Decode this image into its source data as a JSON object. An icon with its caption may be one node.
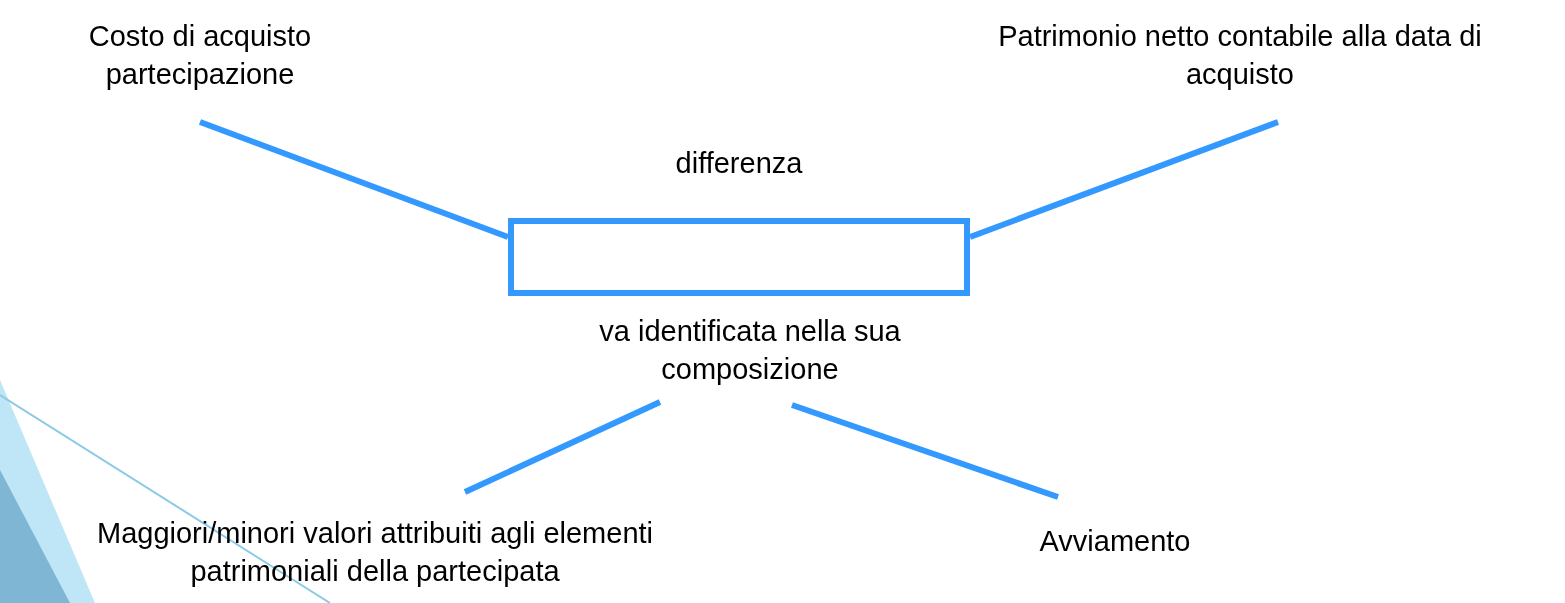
{
  "diagram": {
    "nodes": [
      {
        "text": [
          "Costo di acquisto partecipazione"
        ]
      },
      {
        "text": [
          "Patrimonio netto contabile alla data di acquisto"
        ]
      },
      {
        "text": [
          "differenza"
        ]
      },
      {
        "text": [
          "va identificata nella sua composizione"
        ]
      },
      {
        "text": [
          "Maggiori/minori valori attribuiti agli elementi patrimoniali della partecipata"
        ]
      },
      {
        "text": [
          "Avviamento"
        ]
      }
    ],
    "edges": [
      {
        "from": 0,
        "to": 2,
        "arrow": "none"
      },
      {
        "from": 1,
        "to": 2,
        "arrow": "none"
      },
      {
        "from": 3,
        "to": 4,
        "arrow": "none"
      },
      {
        "from": 3,
        "to": 5,
        "arrow": "none"
      }
    ]
  }
}
